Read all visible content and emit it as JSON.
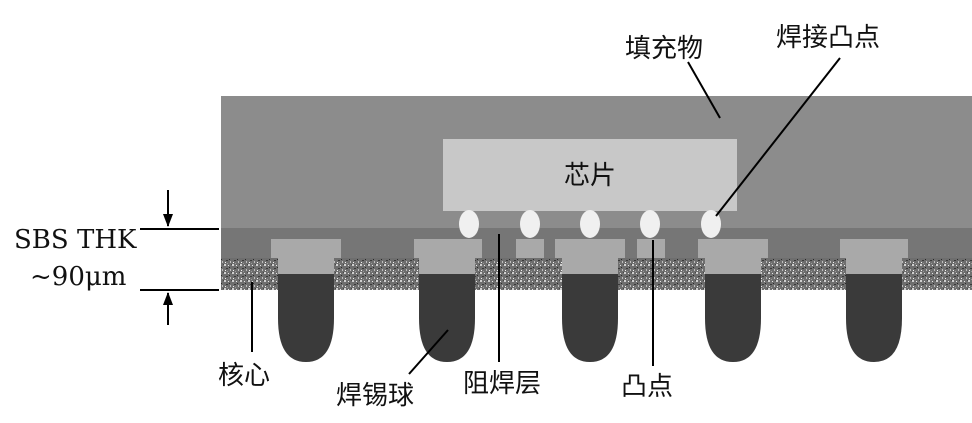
{
  "labels": {
    "underfill": "填充物",
    "solder_bump": "焊接凸点",
    "chip": "芯片",
    "sbs_thk": "SBS THK",
    "thickness": "~90μm",
    "core": "核心",
    "solder_ball": "焊锡球",
    "solder_resist": "阻焊层",
    "bump": "凸点"
  },
  "colors": {
    "underfill": "#8c8c8c",
    "sbs_layer": "#767676",
    "chip": "#c8c8c8",
    "pad": "#a9a9a9",
    "solder_ball": "#3a3a3a",
    "bump": "#f0f0f0",
    "core": "#6a6a6a"
  }
}
